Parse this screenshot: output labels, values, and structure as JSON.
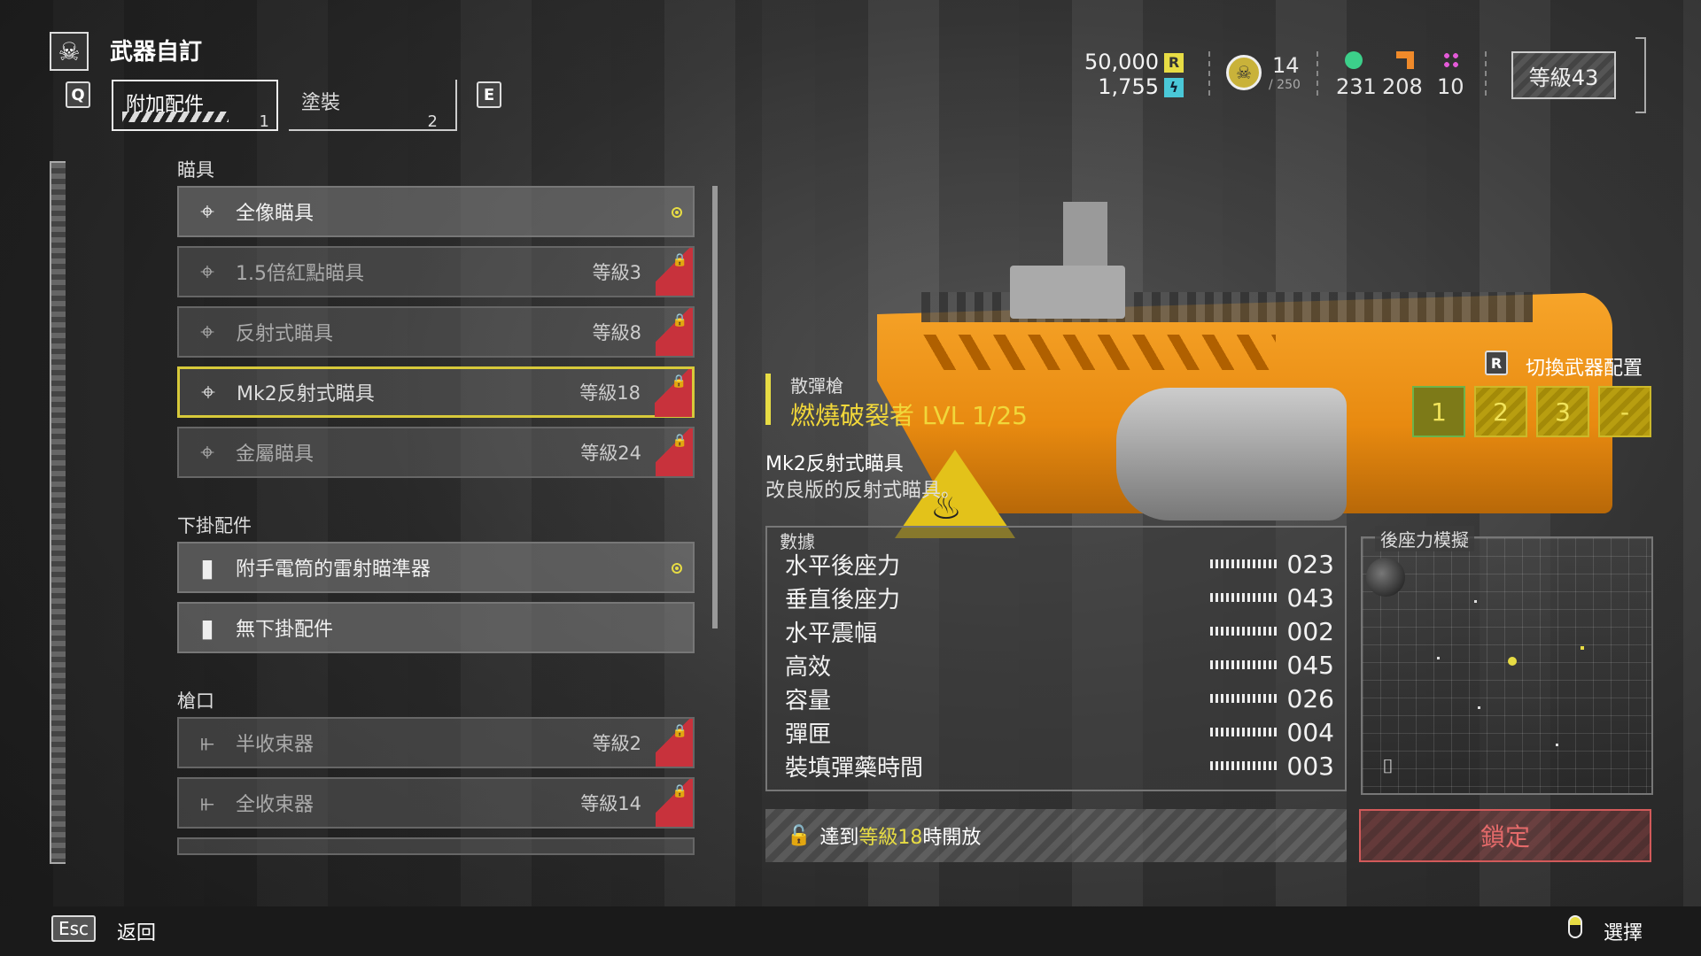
{
  "header": {
    "title": "武器自訂",
    "tab_prev_key": "Q",
    "tab_next_key": "E",
    "tabs": [
      {
        "label": "附加配件",
        "count": "1"
      },
      {
        "label": "塗裝",
        "count": "2"
      }
    ]
  },
  "currency": {
    "req": "50,000",
    "req_icon": "R",
    "samples": "1,755",
    "medals": "14",
    "medals_max": "/ 250",
    "common": "231",
    "rare": "208",
    "super": "10",
    "level": "等級43"
  },
  "colors": {
    "accent": "#e7dc44",
    "locked": "#c8323c",
    "orange": "#f0961a"
  },
  "sections": [
    {
      "title": "瞄具",
      "items": [
        {
          "name": "全像瞄具",
          "level": "",
          "locked": false,
          "equipped": true,
          "icon": "crosshair-icon"
        },
        {
          "name": "1.5倍紅點瞄具",
          "level": "等級3",
          "locked": true,
          "icon": "crosshair-icon"
        },
        {
          "name": "反射式瞄具",
          "level": "等級8",
          "locked": true,
          "icon": "crosshair-icon"
        },
        {
          "name": "Mk2反射式瞄具",
          "level": "等級18",
          "locked": true,
          "selected": true,
          "icon": "crosshair-icon"
        },
        {
          "name": "金屬瞄具",
          "level": "等級24",
          "locked": true,
          "icon": "crosshair-icon"
        }
      ]
    },
    {
      "title": "下掛配件",
      "items": [
        {
          "name": "附手電筒的雷射瞄準器",
          "level": "",
          "locked": false,
          "equipped": true,
          "icon": "flashlight-icon"
        },
        {
          "name": "無下掛配件",
          "level": "",
          "locked": false,
          "icon": "flashlight-icon"
        }
      ]
    },
    {
      "title": "槍口",
      "items": [
        {
          "name": "半收束器",
          "level": "等級2",
          "locked": true,
          "icon": "muzzle-icon"
        },
        {
          "name": "全收束器",
          "level": "等級14",
          "locked": true,
          "icon": "muzzle-icon"
        }
      ]
    }
  ],
  "weapon": {
    "category": "散彈槍",
    "name": "燃燒破裂者",
    "level_text": "LVL 1/25",
    "part_name": "Mk2反射式瞄具",
    "part_desc": "改良版的反射式瞄具。"
  },
  "stats": {
    "title": "數據",
    "rows": [
      {
        "name": "水平後座力",
        "value": "023"
      },
      {
        "name": "垂直後座力",
        "value": "043"
      },
      {
        "name": "水平震幅",
        "value": "002"
      },
      {
        "name": "高效",
        "value": "045"
      },
      {
        "name": "容量",
        "value": "026"
      },
      {
        "name": "彈匣",
        "value": "004"
      },
      {
        "name": "裝填彈藥時間",
        "value": "003"
      }
    ]
  },
  "recoil": {
    "title": "後座力模擬"
  },
  "config": {
    "key": "R",
    "label": "切換武器配置",
    "slots": [
      "1",
      "2",
      "3",
      "-"
    ]
  },
  "unlock": {
    "prefix": "達到",
    "level": "等級18",
    "suffix": "時開放"
  },
  "lock_button": "鎖定",
  "footer": {
    "back_key": "Esc",
    "back_label": "返回",
    "select_label": "選擇"
  }
}
